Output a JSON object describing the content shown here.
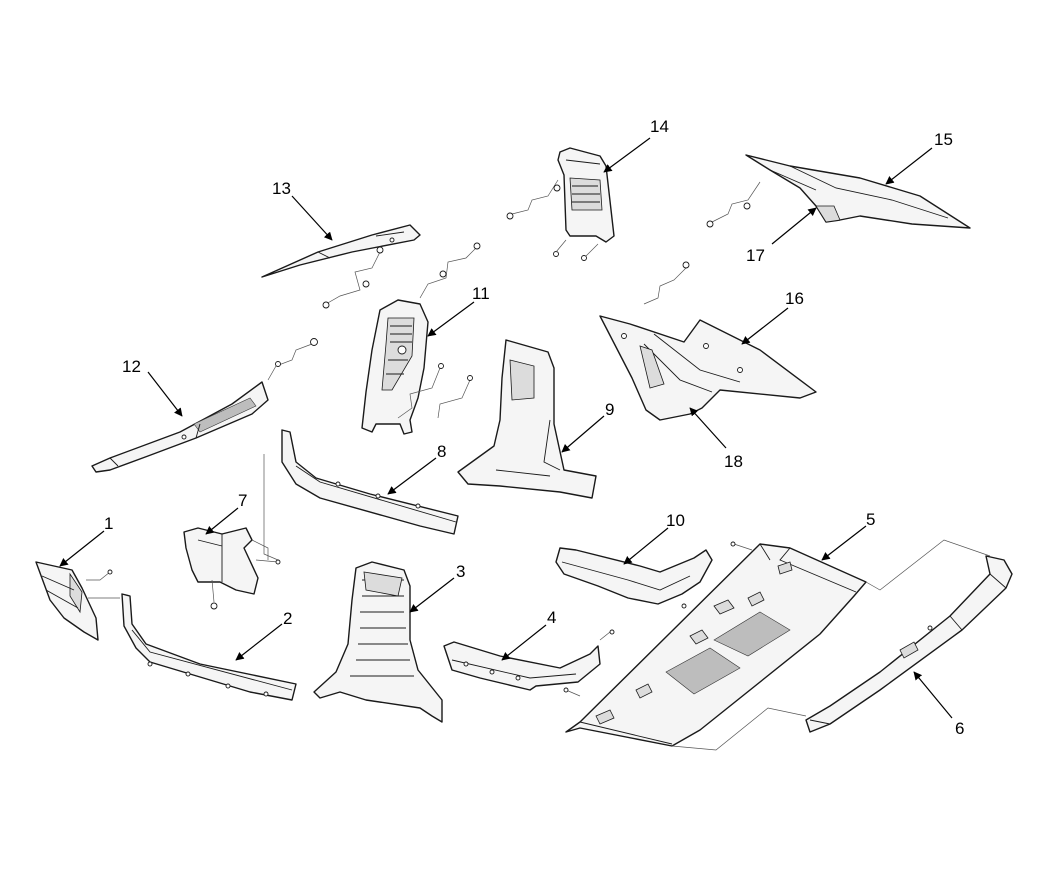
{
  "colors": {
    "line": "#1a1a1a",
    "part_fill": "#f5f5f5",
    "shade_fill": "#dcdcdc",
    "background": "#ffffff"
  },
  "callouts": [
    {
      "id": "1",
      "label": "1"
    },
    {
      "id": "2",
      "label": "2"
    },
    {
      "id": "3",
      "label": "3"
    },
    {
      "id": "4",
      "label": "4"
    },
    {
      "id": "5",
      "label": "5"
    },
    {
      "id": "6",
      "label": "6"
    },
    {
      "id": "7",
      "label": "7"
    },
    {
      "id": "8",
      "label": "8"
    },
    {
      "id": "9",
      "label": "9"
    },
    {
      "id": "10",
      "label": "10"
    },
    {
      "id": "11",
      "label": "11"
    },
    {
      "id": "12",
      "label": "12"
    },
    {
      "id": "13",
      "label": "13"
    },
    {
      "id": "14",
      "label": "14"
    },
    {
      "id": "15",
      "label": "15"
    },
    {
      "id": "16",
      "label": "16"
    },
    {
      "id": "17",
      "label": "17"
    },
    {
      "id": "18",
      "label": "18"
    }
  ]
}
